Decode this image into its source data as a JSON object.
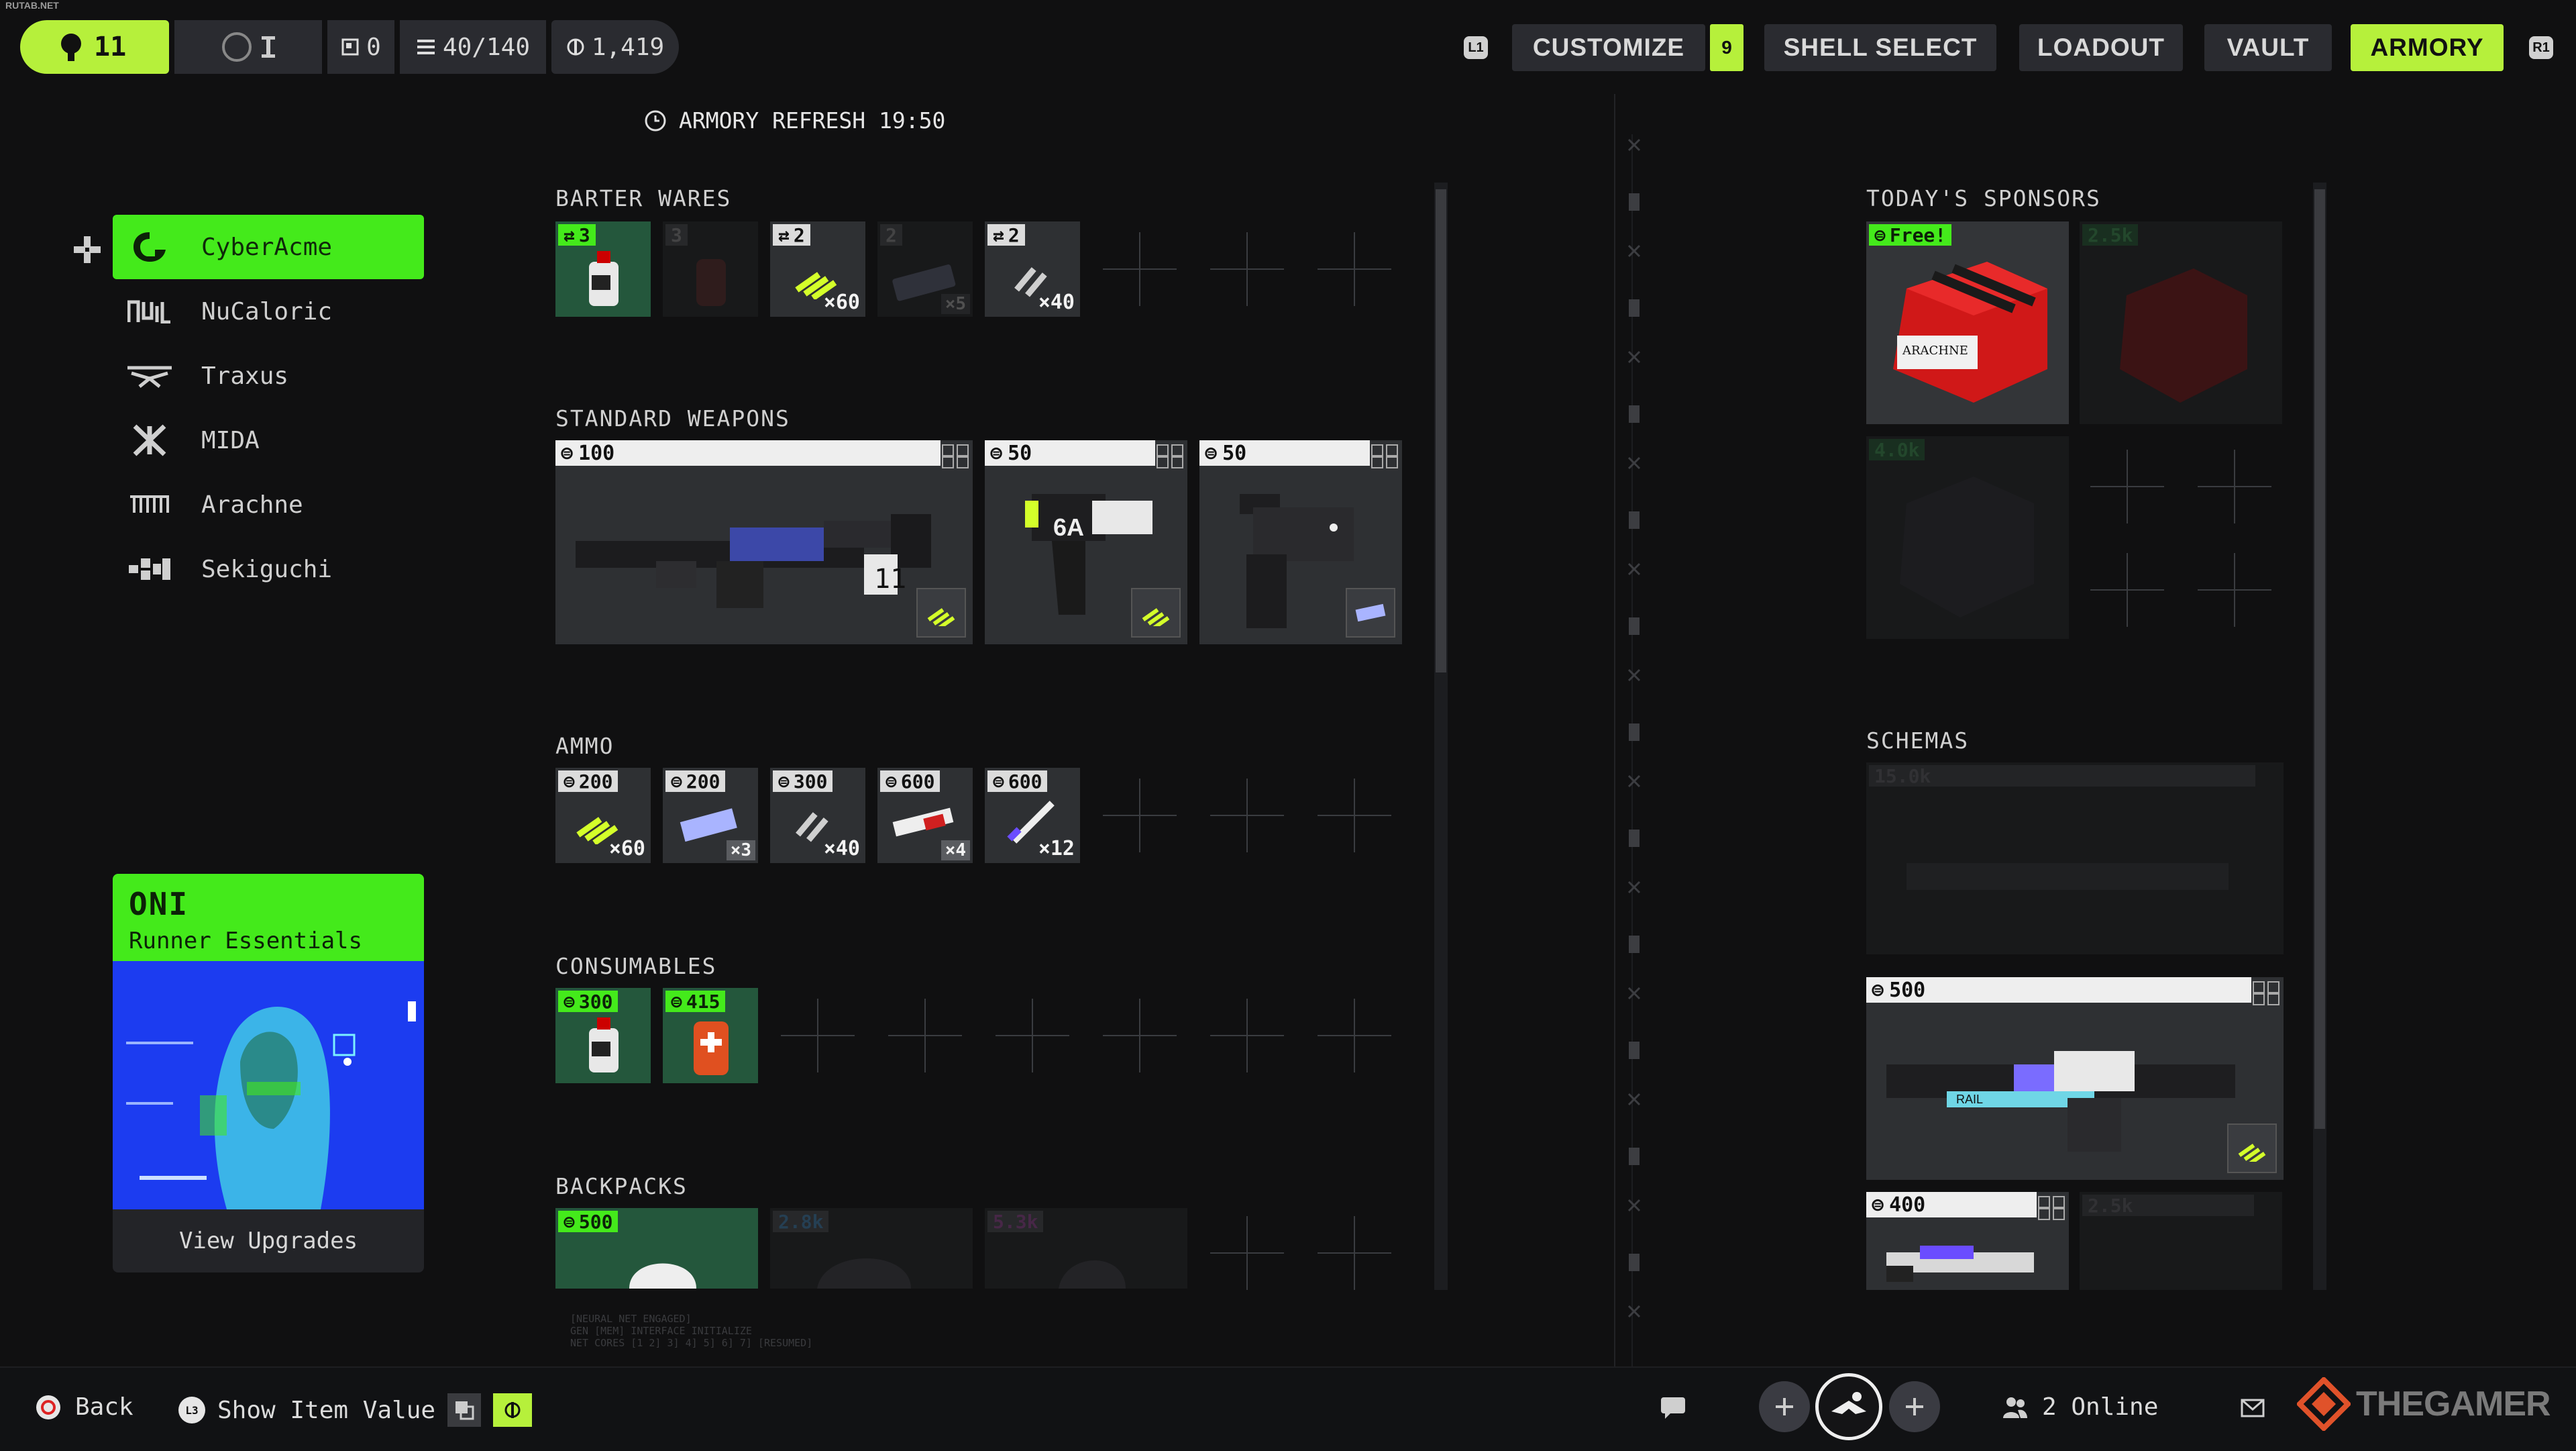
{
  "watermark_top": "RUTAB.NET",
  "hud": {
    "level": "11",
    "stat_box": "0",
    "capacity": "40/140",
    "credits": "1,419"
  },
  "top_nav": {
    "l1": "L1",
    "r1": "R1",
    "customize": "CUSTOMIZE",
    "customize_badge": "9",
    "shell_select": "SHELL SELECT",
    "loadout": "LOADOUT",
    "vault": "VAULT",
    "armory": "ARMORY"
  },
  "armory_refresh": "ARMORY REFRESH 19:50",
  "brands": [
    {
      "label": "CyberAcme",
      "icon": "cyberacme-icon"
    },
    {
      "label": "NuCaloric",
      "icon": "nucaloric-icon"
    },
    {
      "label": "Traxus",
      "icon": "traxus-icon"
    },
    {
      "label": "MIDA",
      "icon": "mida-icon"
    },
    {
      "label": "Arachne",
      "icon": "arachne-icon"
    },
    {
      "label": "Sekiguchi",
      "icon": "sekiguchi-icon"
    }
  ],
  "oni": {
    "title": "ONI",
    "subtitle": "Runner Essentials",
    "button": "View Upgrades"
  },
  "barter": {
    "title": "BARTER WARES",
    "items": [
      {
        "cost": "3",
        "qty": "",
        "state": "available-green"
      },
      {
        "cost": "3",
        "qty": "",
        "state": "locked"
      },
      {
        "cost": "2",
        "qty": "×60",
        "state": "available"
      },
      {
        "cost": "2",
        "qty": "×5",
        "state": "locked"
      },
      {
        "cost": "2",
        "qty": "×40",
        "state": "available"
      }
    ]
  },
  "standard_weapons": {
    "title": "STANDARD WEAPONS",
    "items": [
      {
        "price": "100"
      },
      {
        "price": "50"
      },
      {
        "price": "50"
      }
    ]
  },
  "ammo": {
    "title": "AMMO",
    "items": [
      {
        "price": "200",
        "qty": "×60"
      },
      {
        "price": "200",
        "qty": "×3"
      },
      {
        "price": "300",
        "qty": "×40"
      },
      {
        "price": "600",
        "qty": "×4"
      },
      {
        "price": "600",
        "qty": "×12"
      }
    ]
  },
  "consumables": {
    "title": "CONSUMABLES",
    "items": [
      {
        "price": "300"
      },
      {
        "price": "415"
      }
    ]
  },
  "backpacks": {
    "title": "BACKPACKS",
    "items": [
      {
        "price": "500"
      },
      {
        "price": "2.8k"
      },
      {
        "price": "5.3k"
      }
    ]
  },
  "debug_text": {
    "line1": "[NEURAL NET ENGAGED]",
    "line2": "GEN [MEM] INTERFACE INITIALIZE",
    "line3": "NET CORES [1 2] 3] 4] 5] 6] 7]     [RESUMED]"
  },
  "sponsors": {
    "title": "TODAY'S SPONSORS",
    "free_label": "Free!",
    "second_price": "2.5k",
    "third_price": "4.0k",
    "crate_text": "ARACHNE"
  },
  "schemas": {
    "title": "SCHEMAS",
    "locked_price": "15.0k",
    "rifle_price": "500",
    "rifle_text": "RAIL",
    "bottom_price": "400",
    "bottom_locked_price": "2.5k"
  },
  "bottom": {
    "back": "Back",
    "show_value": "Show Item Value",
    "l3": "L3",
    "online": "2 Online",
    "watermark": "THEGAMER"
  }
}
